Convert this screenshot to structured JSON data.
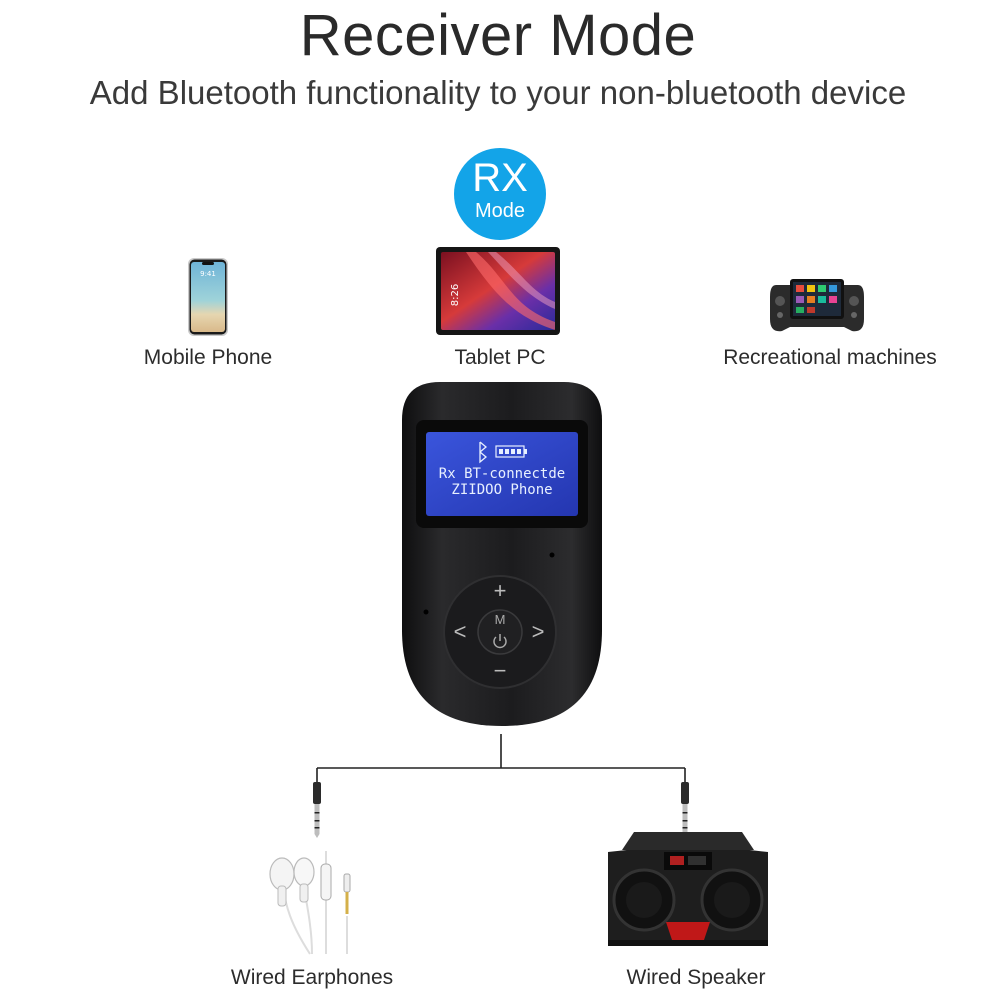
{
  "header": {
    "title": "Receiver Mode",
    "subtitle": "Add Bluetooth functionality to your non-bluetooth device"
  },
  "badge": {
    "top": "RX",
    "bottom": "Mode",
    "color": "#13a4e8"
  },
  "sources": [
    {
      "label": "Mobile Phone"
    },
    {
      "label": "Tablet PC"
    },
    {
      "label": "Recreational machines"
    }
  ],
  "device": {
    "screen_line1": "Rx BT-connectde",
    "screen_line2": "ZIIDOO Phone",
    "buttons": {
      "plus": "+",
      "minus": "−",
      "left": "<",
      "right": ">",
      "menu": "M"
    },
    "screen_color": "#2d45c8",
    "body_color": "#1c1c1e"
  },
  "outputs": [
    {
      "label": "Wired Earphones"
    },
    {
      "label": "Wired Speaker"
    }
  ]
}
